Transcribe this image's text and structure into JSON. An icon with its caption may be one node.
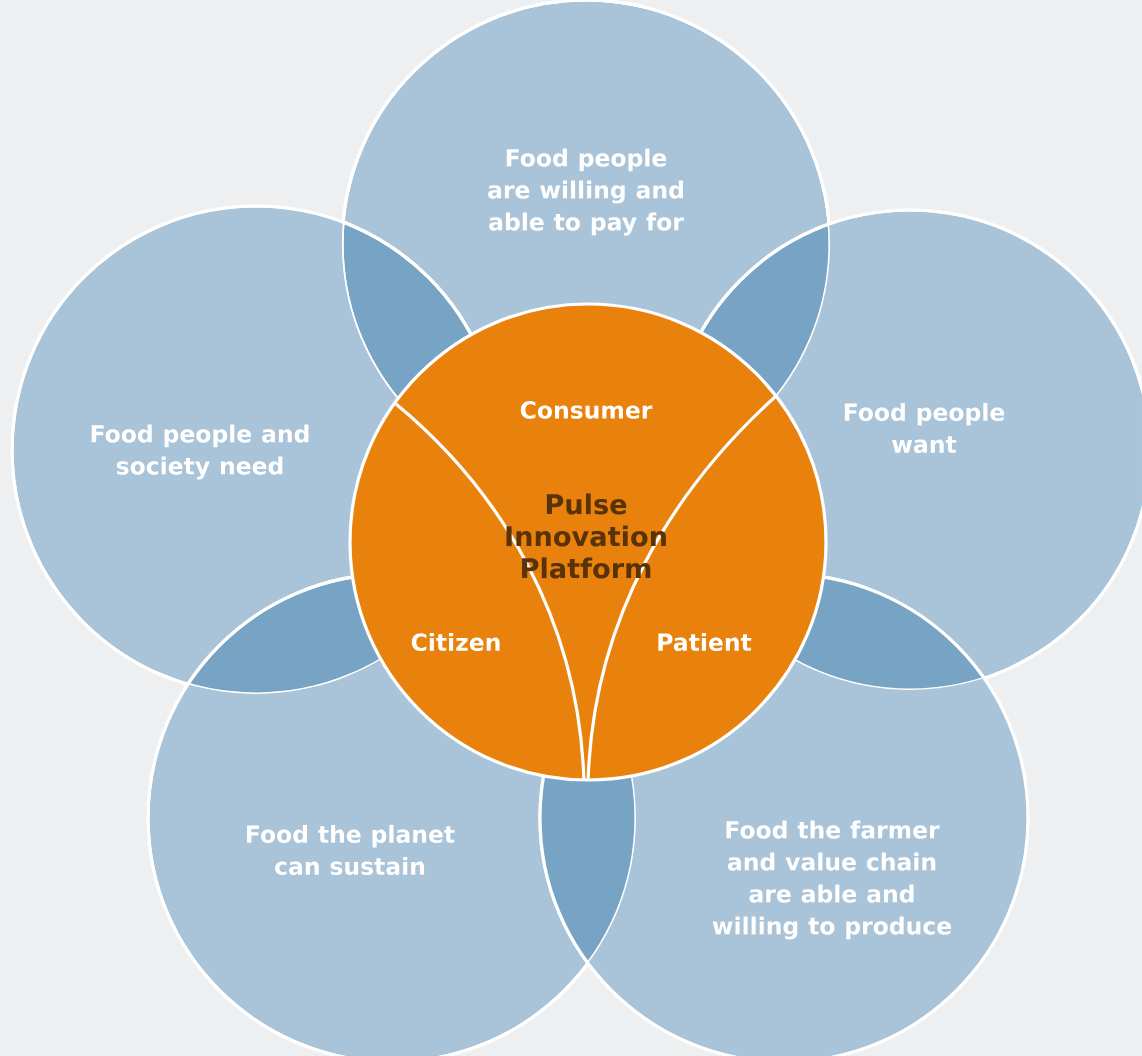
{
  "diagram": {
    "nodes": [
      {
        "text": [
          "Food people are willing and able to pay for"
        ]
      },
      {
        "text": [
          "Food people and society need"
        ]
      },
      {
        "text": [
          "Food people want"
        ]
      },
      {
        "text": [
          "Consumer",
          "Pulse Innovation Platform",
          "Citizen",
          "Patient"
        ]
      },
      {
        "text": [
          "Food the planet can sustain"
        ]
      },
      {
        "text": [
          "Food the farmer and value chain are able and willing to produce"
        ]
      }
    ]
  }
}
